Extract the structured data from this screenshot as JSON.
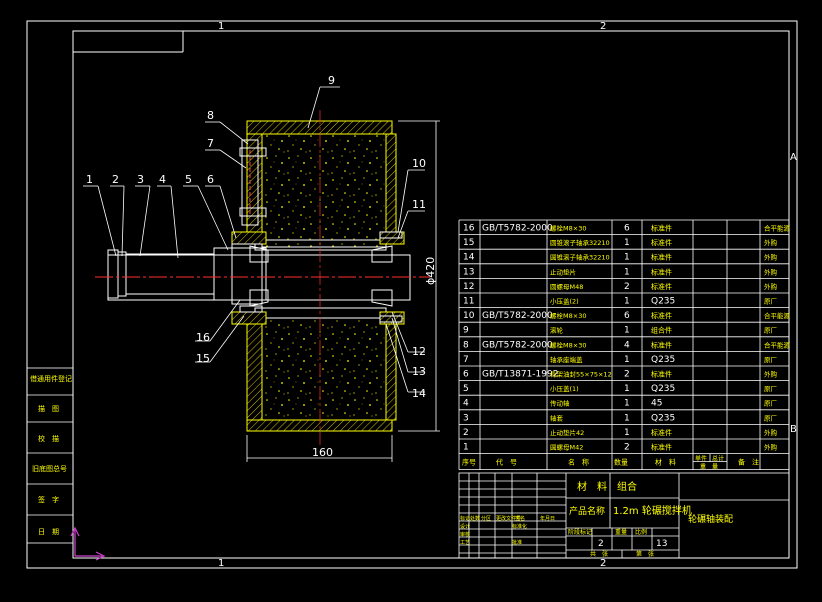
{
  "zones": {
    "top_1": "1",
    "top_2": "2",
    "bottom_1": "1",
    "bottom_2": "2",
    "side_a": "A",
    "side_b": "B"
  },
  "dims": {
    "diameter": "ϕ420",
    "width": "160"
  },
  "balloons": [
    "1",
    "2",
    "3",
    "4",
    "5",
    "6",
    "7",
    "8",
    "9",
    "10",
    "11",
    "12",
    "13",
    "14",
    "15",
    "16"
  ],
  "bom": {
    "rows": [
      {
        "no": "16",
        "code": "GB/T5782-2000",
        "name": "螺栓M8×30",
        "qty": "6",
        "mat": "标准件",
        "note": "合平能源"
      },
      {
        "no": "15",
        "code": "",
        "name": "圆锥滚子轴承32210",
        "qty": "1",
        "mat": "标准件",
        "note": "外购"
      },
      {
        "no": "14",
        "code": "",
        "name": "圆锥滚子轴承32210",
        "qty": "1",
        "mat": "标准件",
        "note": "外购"
      },
      {
        "no": "13",
        "code": "",
        "name": "止动垫片",
        "qty": "1",
        "mat": "标准件",
        "note": "外购"
      },
      {
        "no": "12",
        "code": "",
        "name": "圆螺母M48",
        "qty": "2",
        "mat": "标准件",
        "note": "外购"
      },
      {
        "no": "11",
        "code": "",
        "name": "小压盖(2)",
        "qty": "1",
        "mat": "Q235",
        "note": "原厂"
      },
      {
        "no": "10",
        "code": "GB/T5782-2000",
        "name": "螺栓M8×30",
        "qty": "6",
        "mat": "标准件",
        "note": "合平能源"
      },
      {
        "no": "9",
        "code": "",
        "name": "滚轮",
        "qty": "1",
        "mat": "组合件",
        "note": "原厂"
      },
      {
        "no": "8",
        "code": "GB/T5782-2000",
        "name": "螺栓M8×30",
        "qty": "4",
        "mat": "标准件",
        "note": "合平能源"
      },
      {
        "no": "7",
        "code": "",
        "name": "轴承座端盖",
        "qty": "1",
        "mat": "Q235",
        "note": "原厂"
      },
      {
        "no": "6",
        "code": "GB/T13871-1992",
        "name": "骨架油封55×75×12",
        "qty": "2",
        "mat": "标准件",
        "note": "外购"
      },
      {
        "no": "5",
        "code": "",
        "name": "小压盖(1)",
        "qty": "1",
        "mat": "Q235",
        "note": "原厂"
      },
      {
        "no": "4",
        "code": "",
        "name": "传动轴",
        "qty": "1",
        "mat": "45",
        "note": "原厂"
      },
      {
        "no": "3",
        "code": "",
        "name": "轴套",
        "qty": "1",
        "mat": "Q235",
        "note": "原厂"
      },
      {
        "no": "2",
        "code": "",
        "name": "止动垫片42",
        "qty": "1",
        "mat": "标准件",
        "note": "外购"
      },
      {
        "no": "1",
        "code": "",
        "name": "圆螺母M42",
        "qty": "2",
        "mat": "标准件",
        "note": "外购"
      }
    ],
    "header": {
      "no": "序号",
      "code": "代　号",
      "name": "名　称",
      "qty": "数量",
      "mat": "材　料",
      "single": "单件",
      "total": "总计",
      "weight": "重　量",
      "note": "备　注"
    }
  },
  "title_block": {
    "material_label": "材　料",
    "material_value": "组合",
    "product_label": "产品名称",
    "product_value": "1.2m 轮碾搅拌机",
    "drawing_name": "轮碾轴装配",
    "mark_label": "标记",
    "count_label": "处数",
    "zone_label": "分区",
    "change_label": "更改文件号",
    "sign_label": "签名",
    "date_label": "年月日",
    "design_label": "设计",
    "audit_label": "审核",
    "craft_label": "工艺",
    "std_label": "标准化",
    "approve_label": "批准",
    "stage_label": "阶段标记",
    "weight_label": "重量",
    "scale_label": "比例",
    "sheet_total_label": "共　张",
    "sheet_label": "第　张",
    "sheet_no": "2",
    "sheet_of": "13"
  },
  "side_table": {
    "r1": "借通用件登记",
    "r2": "描　图",
    "r3": "校　描",
    "r4": "旧底图总号",
    "r5": "签　字",
    "r6": "日　期"
  }
}
